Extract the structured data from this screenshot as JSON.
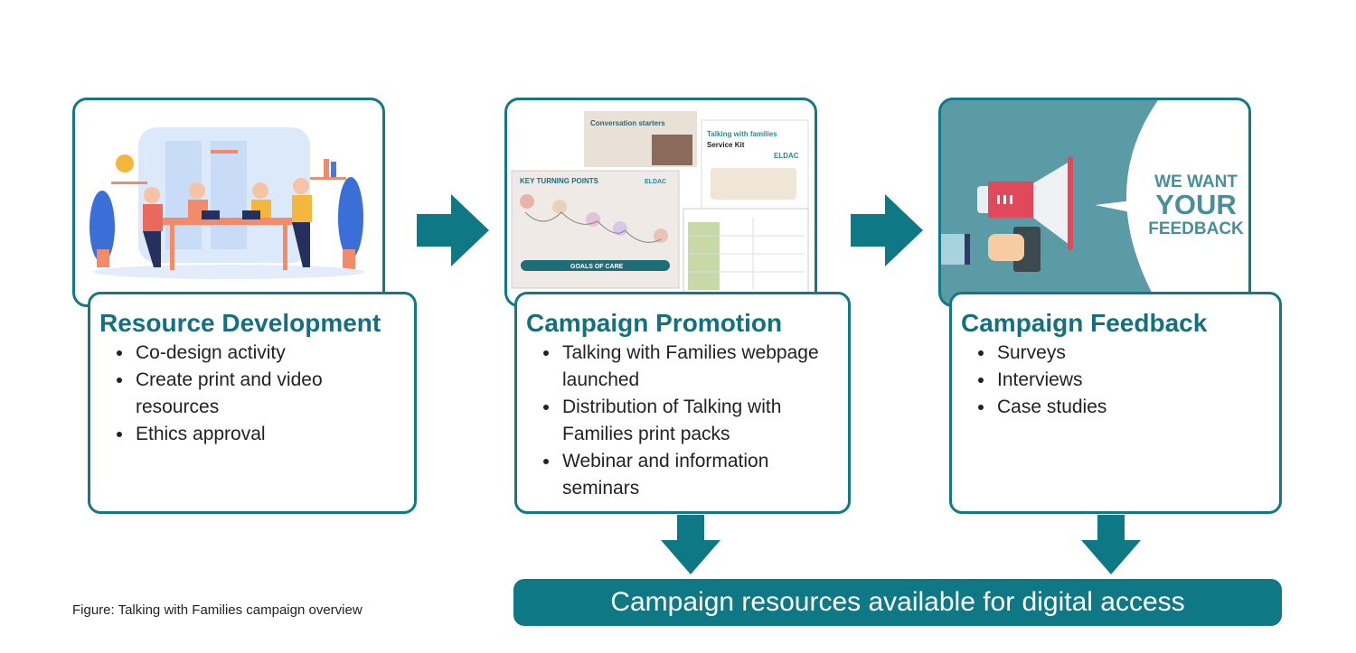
{
  "steps": [
    {
      "title": "Resource Development",
      "bullets": [
        "Co-design activity",
        "Create print and video resources",
        "Ethics approval"
      ],
      "image": "team-meeting-illustration"
    },
    {
      "title": "Campaign Promotion",
      "bullets": [
        "Talking with Families webpage launched",
        "Distribution of Talking with Families print packs",
        "Webinar and information seminars"
      ],
      "image": "print-resources-collage",
      "image_text": {
        "poster_title": "KEY TURNING POINTS",
        "logo": "ELDAC",
        "kit_title": "Talking with families",
        "kit_subtitle": "Service Kit",
        "goals": "GOALS OF CARE",
        "card_title": "Conversation starters"
      }
    },
    {
      "title": "Campaign Feedback",
      "bullets": [
        "Surveys",
        "Interviews",
        "Case studies"
      ],
      "image": "megaphone-illustration",
      "image_text": {
        "line1": "WE WANT",
        "line2": "YOUR",
        "line3": "FEEDBACK"
      }
    }
  ],
  "outcome": "Campaign resources available for digital access",
  "caption": "Figure: Talking with Families campaign overview",
  "colors": {
    "teal": "#127885",
    "title": "#14707e",
    "megaphone_bg": "#5a9ba6",
    "megaphone_red": "#e0485c"
  }
}
